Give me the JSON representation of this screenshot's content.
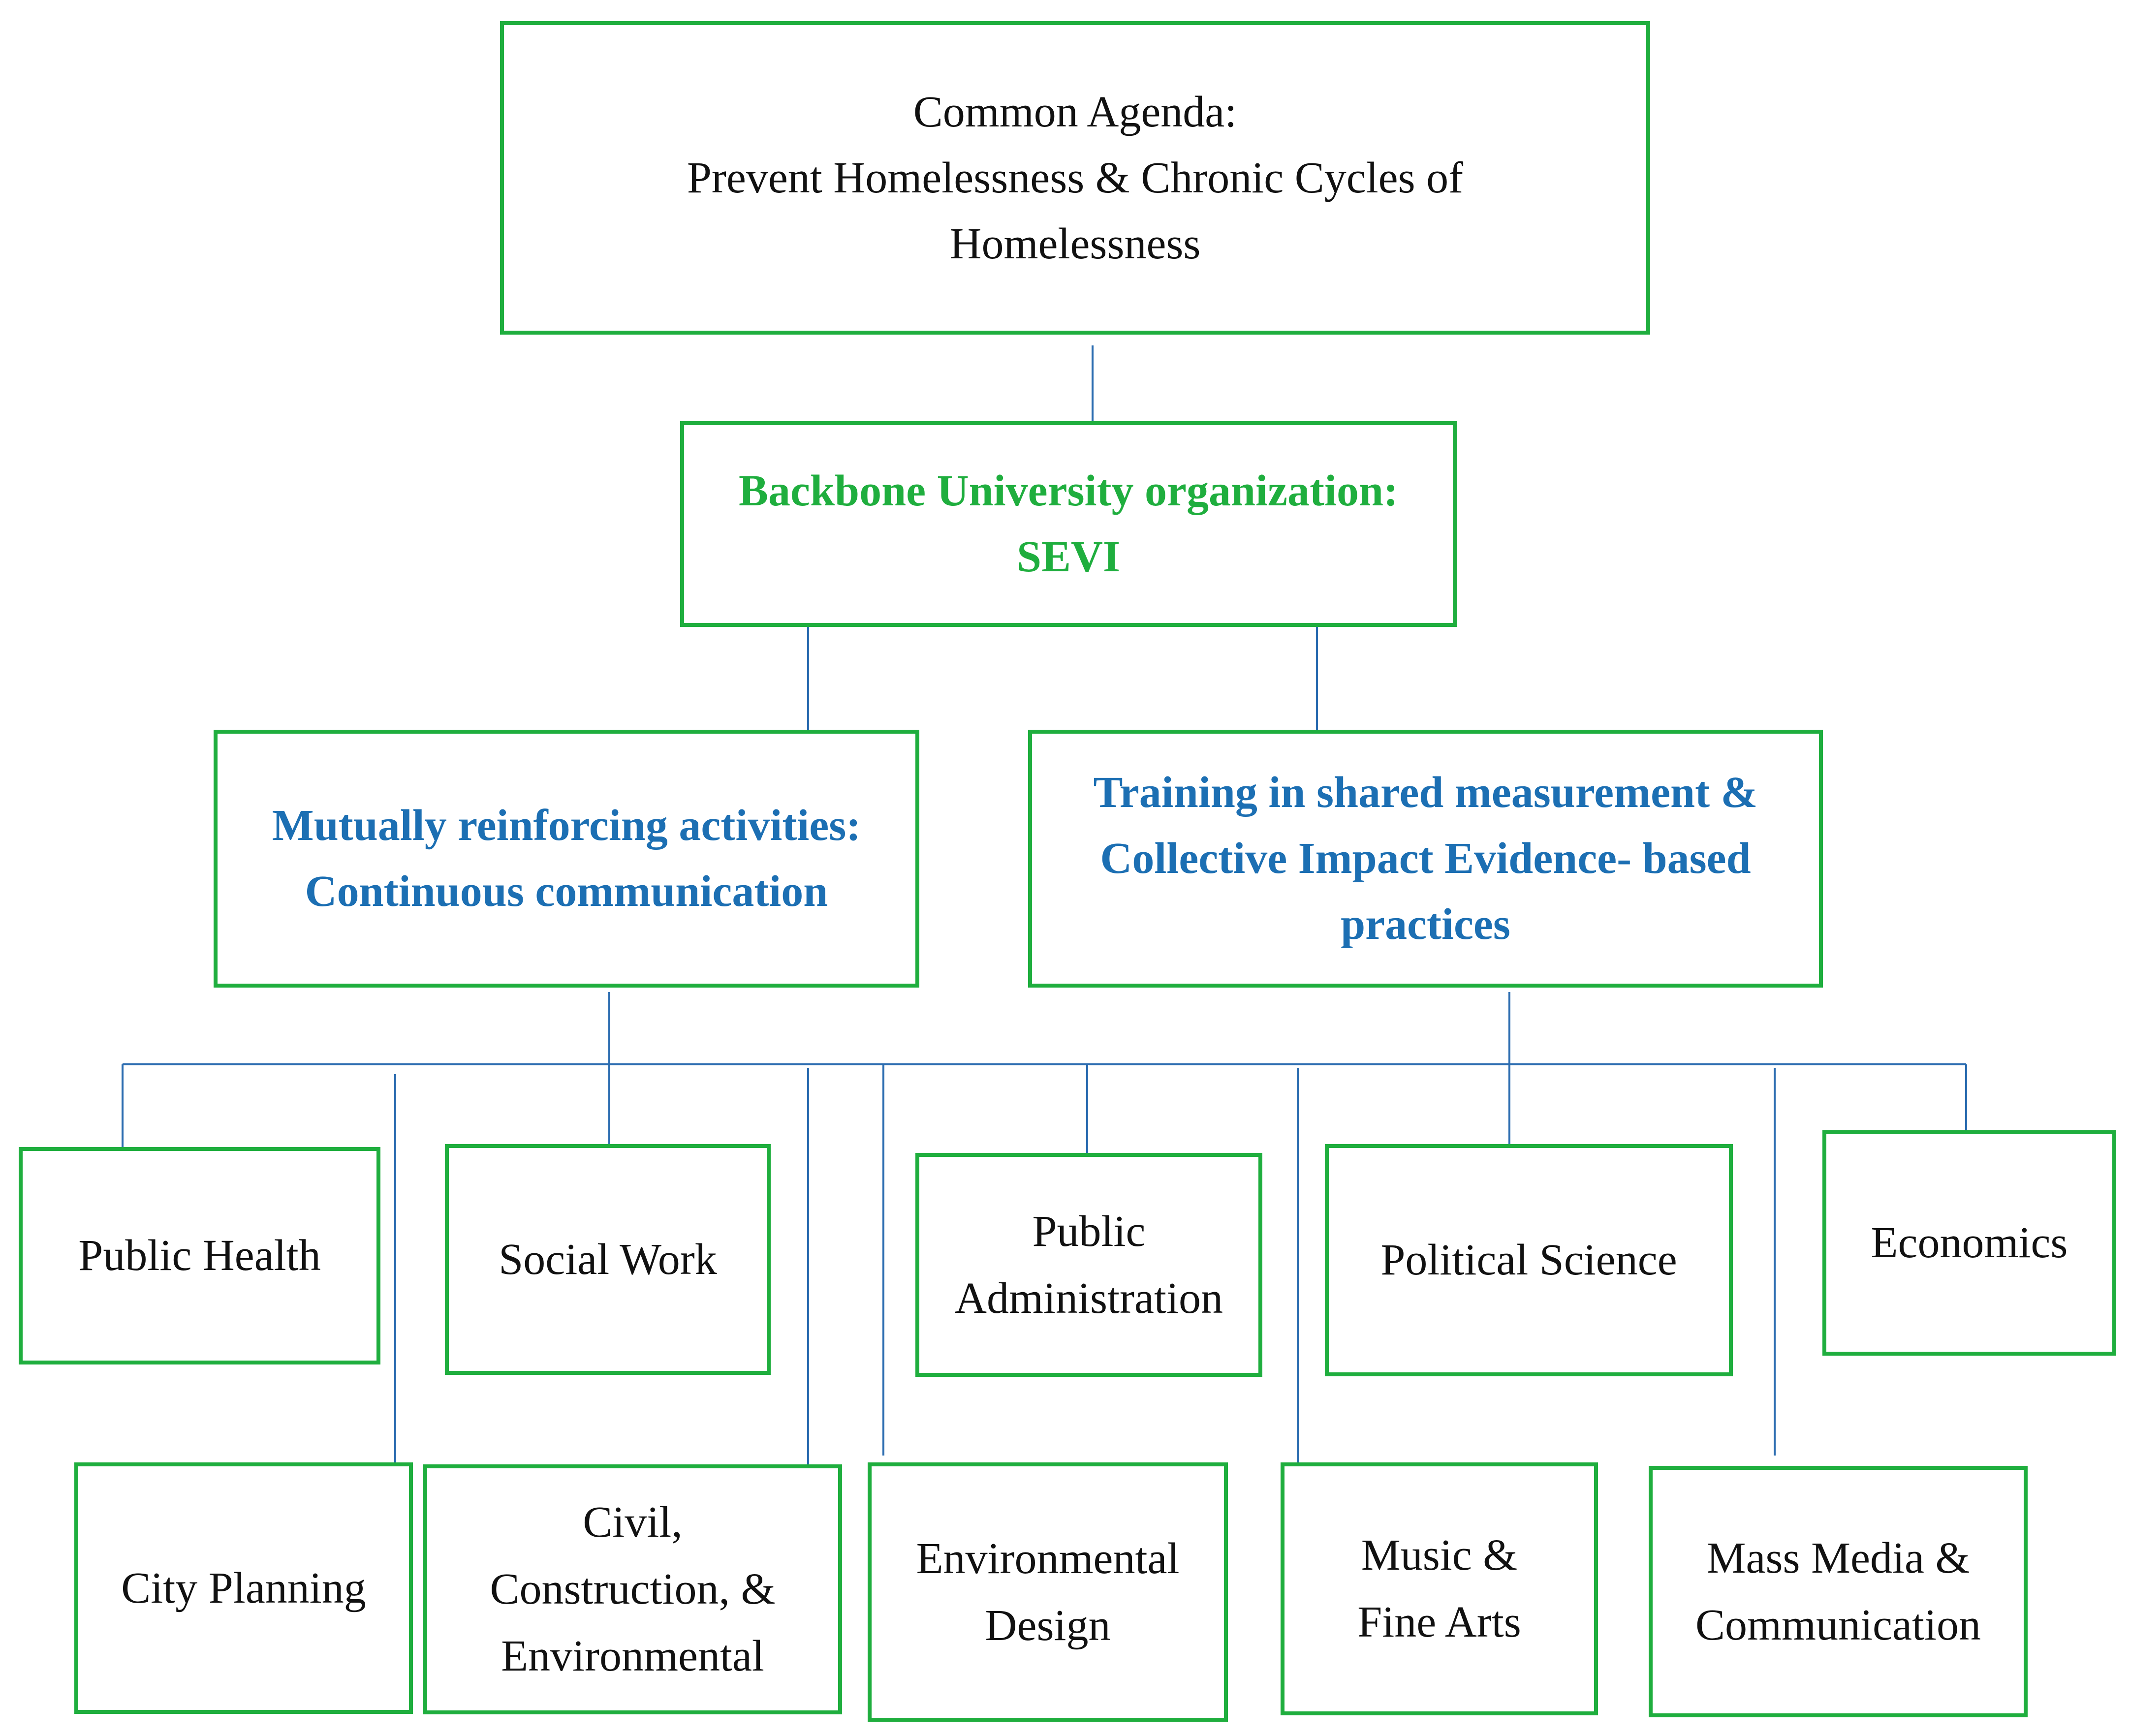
{
  "common_agenda": {
    "text": "Common Agenda:\nPrevent Homelessness & Chronic Cycles of\nHomelessness"
  },
  "backbone": {
    "text": "Backbone University organization:\nSEVI"
  },
  "pillars": {
    "mutual": "Mutually reinforcing activities:\nContinuous communication",
    "training": "Training in shared measurement &\nCollective Impact Evidence- based\npractices"
  },
  "departments": {
    "public_health": "Public Health",
    "social_work": "Social Work",
    "public_administration": "Public\nAdministration",
    "political_science": "Political Science",
    "economics": "Economics",
    "city_planning": "City Planning",
    "civil": "Civil,\nConstruction, &\nEnvironmental",
    "environmental_design": "Environmental\nDesign",
    "music": "Music &\nFine Arts",
    "mass_media": "Mass Media &\nCommunication"
  },
  "colors": {
    "box_border": "#1fae3e",
    "backbone_text": "#1fae3e",
    "pillar_text": "#1c6fb3",
    "connector": "#2b6cb0",
    "body_text": "#111111"
  }
}
